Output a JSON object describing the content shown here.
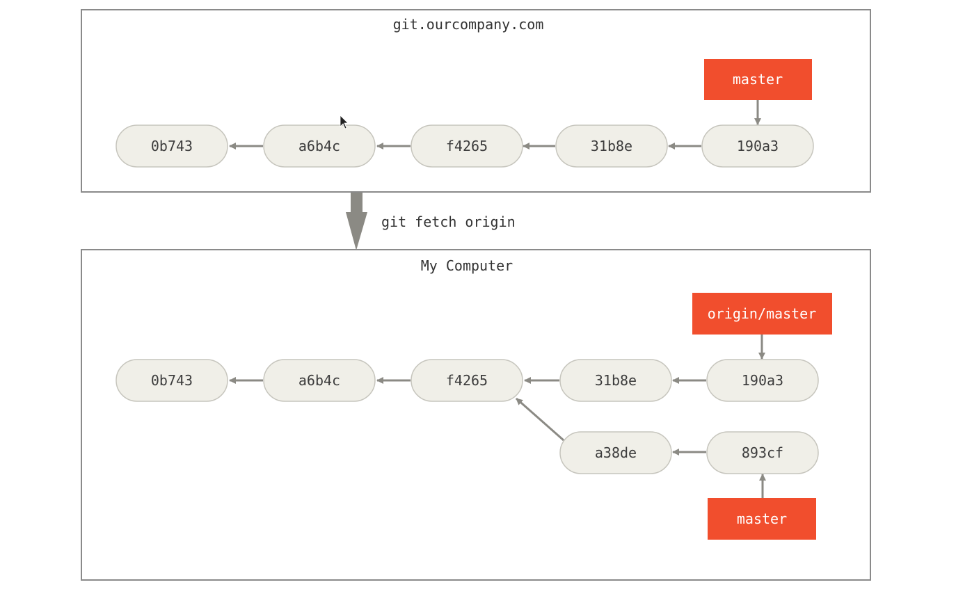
{
  "remote": {
    "title": "git.ourcompany.com",
    "commits": {
      "c1": "0b743",
      "c2": "a6b4c",
      "c3": "f4265",
      "c4": "31b8e",
      "c5": "190a3"
    },
    "branch_master": "master"
  },
  "fetch": {
    "command": "git fetch origin"
  },
  "local": {
    "title": "My Computer",
    "commits": {
      "c1": "0b743",
      "c2": "a6b4c",
      "c3": "f4265",
      "c4": "31b8e",
      "c5": "190a3",
      "c6": "a38de",
      "c7": "893cf"
    },
    "branch_origin_master": "origin/master",
    "branch_master": "master"
  },
  "colors": {
    "branch": "#f14e2d",
    "commit_fill": "#f0efe8",
    "edge": "#8b8a84"
  }
}
